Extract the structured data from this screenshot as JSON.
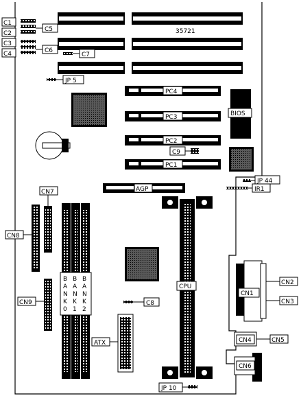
{
  "board": {
    "part_number": "35721"
  },
  "labels": {
    "C1": "C1",
    "C2": "C2",
    "C3": "C3",
    "C4": "C4",
    "C5": "C5",
    "C6": "C6",
    "C7": "C7",
    "C8": "C8",
    "C9": "C9",
    "JP5": "JP 5",
    "JP44": "JP 44",
    "JP10": "JP 10",
    "IR1": "IR1",
    "PC1": "PC1",
    "PC2": "PC2",
    "PC3": "PC3",
    "PC4": "PC4",
    "BIOS": "BIOS",
    "AGP": "AGP",
    "CPU": "CPU",
    "ATX": "ATX",
    "CN1": "CN1",
    "CN2": "CN2",
    "CN3": "CN3",
    "CN4": "CN4",
    "CN5": "CN5",
    "CN6": "CN6",
    "CN7": "CN7",
    "CN8": "CN8",
    "CN9": "CN9"
  },
  "banks": [
    [
      "B",
      "A",
      "N",
      "K",
      "0"
    ],
    [
      "B",
      "A",
      "N",
      "K",
      "1"
    ],
    [
      "B",
      "A",
      "N",
      "K",
      "2"
    ]
  ]
}
